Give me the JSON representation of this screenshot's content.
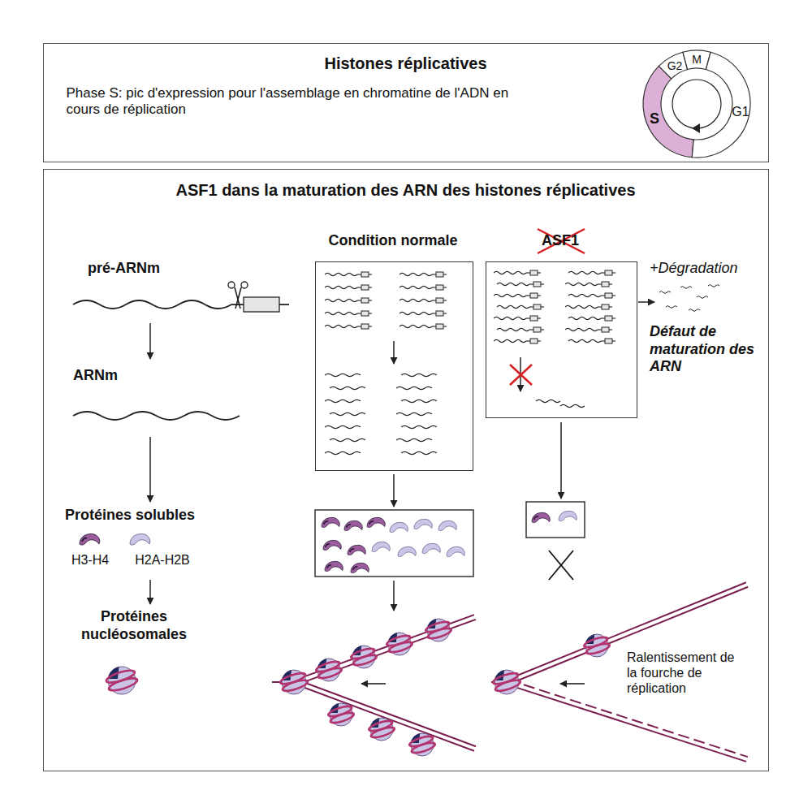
{
  "diagram": {
    "nodes": [
      {
        "text": [
          "Histones réplicatives",
          "Phase S: pic d'expression pour l'assemblage en chromatine de l'ADN en cours de réplication"
        ]
      },
      {
        "text": [
          "ASF1 dans la maturation des ARN des histones réplicatives"
        ]
      },
      {
        "text": [
          "Condition normale"
        ],
        "in": 1
      },
      {
        "text": [
          "ASF1"
        ],
        "in": 1
      }
    ],
    "labels": [
      "S",
      "G2",
      "M",
      "G1",
      "pré-ARNm",
      "ARNm",
      "Protéines solubles",
      "H3-H4",
      "H2A-H2B",
      "Protéines nucléosomales",
      "+Dégradation",
      "Défaut de maturation des ARN",
      "Ralentissement de la fourche de réplication"
    ]
  }
}
